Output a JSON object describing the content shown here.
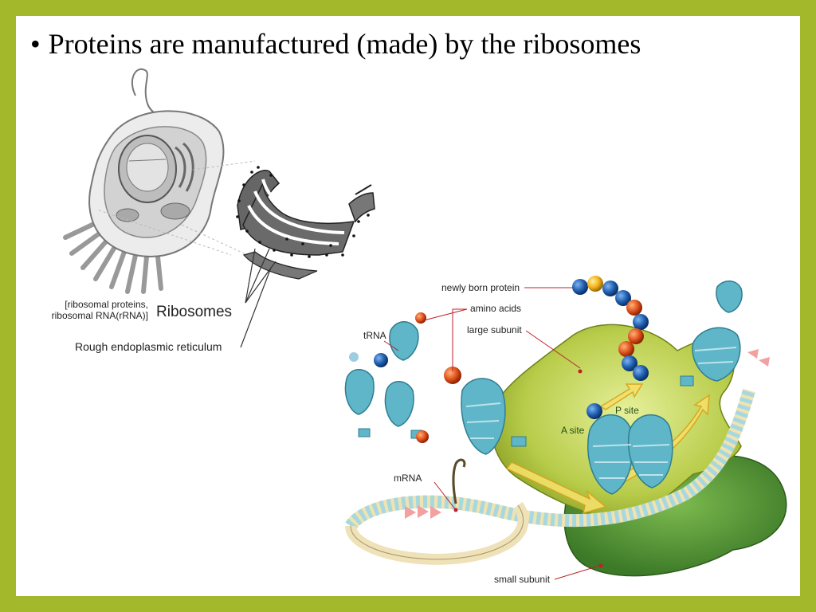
{
  "slide": {
    "bullet": "•",
    "title": "Proteins are manufactured (made) by the ribosomes"
  },
  "cell_figure": {
    "ribosome_note_line1": "[ribosomal proteins,",
    "ribosome_note_line2": "ribosomal RNA(rRNA)]",
    "ribosomes_label": "Ribosomes",
    "rer_label": "Rough endoplasmic reticulum"
  },
  "translation_figure": {
    "newly_born_protein": "newly born protein",
    "amino_acids": "amino acids",
    "large_subunit": "large subunit",
    "trna": "tRNA",
    "p_site": "P site",
    "a_site": "A site",
    "mrna": "mRNA",
    "small_subunit": "small subunit"
  },
  "colors": {
    "frame": "#a3b82a",
    "large_subunit": "#b8cc4a",
    "small_subunit": "#5e9c3a",
    "trna": "#5fb6c8",
    "amino_blue": "#1f5fb0",
    "amino_orange": "#e0501a",
    "label_line": "#c0202a"
  }
}
